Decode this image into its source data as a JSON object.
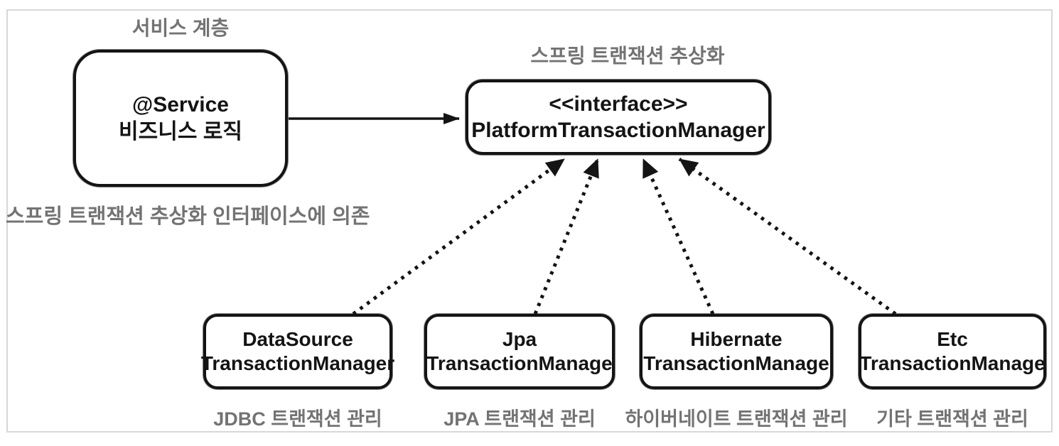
{
  "diagram": {
    "labels": {
      "service_layer": "서비스 계층",
      "abstraction_title": "스프링 트랜잭션 추상화",
      "dependency_note": "스프링 트랜잭션 추상화 인터페이스에 의존"
    },
    "service_box": {
      "line1": "@Service",
      "line2": "비즈니스 로직"
    },
    "interface_box": {
      "stereotype": "<<interface>>",
      "name": "PlatformTransactionManager"
    },
    "implementations": [
      {
        "line1": "DataSource",
        "line2": "TransactionManager",
        "caption": "JDBC 트랜잭션 관리"
      },
      {
        "line1": "Jpa",
        "line2": "TransactionManage",
        "caption": "JPA 트랜잭션 관리"
      },
      {
        "line1": "Hibernate",
        "line2": "TransactionManage",
        "caption": "하이버네이트 트랜잭션 관리"
      },
      {
        "line1": "Etc",
        "line2": "TransactionManage",
        "caption": "기타 트랜잭션 관리"
      }
    ],
    "colors": {
      "box_border": "#141414",
      "text_black": "#141414",
      "label_gray": "#737373",
      "frame_border": "#d8d8d8",
      "background": "#ffffff"
    }
  }
}
